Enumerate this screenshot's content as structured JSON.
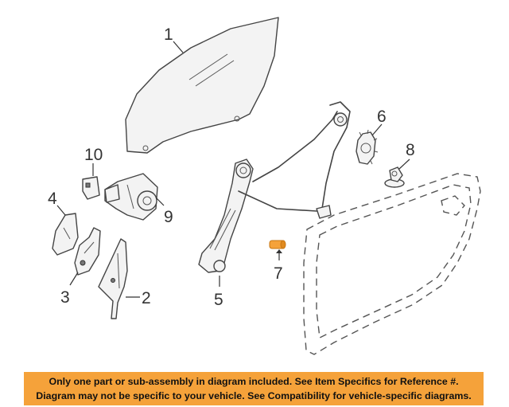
{
  "callouts": {
    "p1": "1",
    "p2": "2",
    "p3": "3",
    "p4": "4",
    "p5": "5",
    "p6": "6",
    "p7": "7",
    "p8": "8",
    "p9": "9",
    "p10": "10"
  },
  "footer": {
    "line1": "Only one part or sub-assembly in diagram included. See Item Specifics for Reference #.",
    "line2": "Diagram may not be specific to your vehicle. See Compatibility for vehicle-specific diagrams."
  },
  "colors": {
    "footer_background": "#f5a23a",
    "highlighted_part": "#f5a23a",
    "line_art": "#444444"
  }
}
